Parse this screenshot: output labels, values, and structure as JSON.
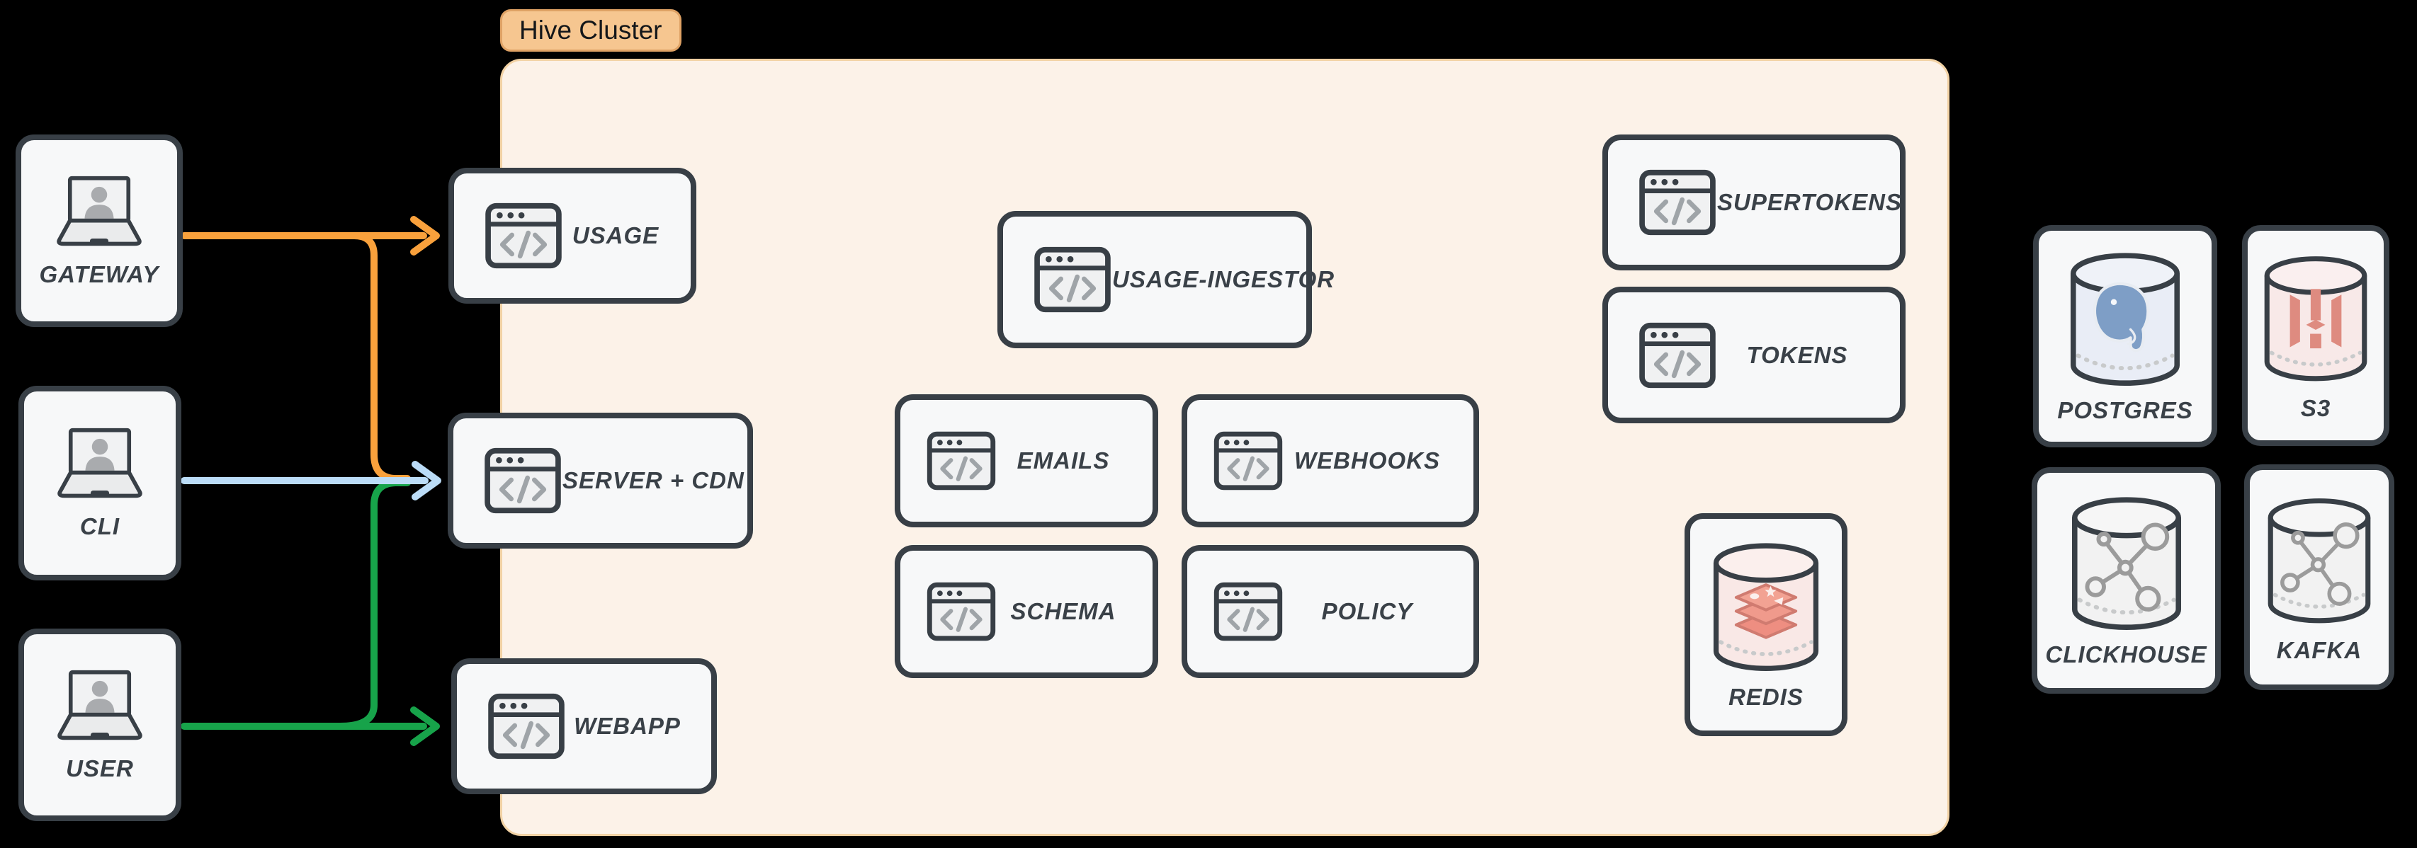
{
  "cluster": {
    "label": "Hive Cluster"
  },
  "clients": [
    {
      "label": "GATEWAY"
    },
    {
      "label": "CLI"
    },
    {
      "label": "USER"
    }
  ],
  "services": {
    "usage": {
      "label": "USAGE"
    },
    "server_cdn": {
      "label": "SERVER + CDN"
    },
    "webapp": {
      "label": "WEBAPP"
    },
    "usage_ingestor": {
      "label": "USAGE-INGESTOR"
    },
    "emails": {
      "label": "EMAILS"
    },
    "webhooks": {
      "label": "WEBHOOKS"
    },
    "schema": {
      "label": "SCHEMA"
    },
    "policy": {
      "label": "POLICY"
    },
    "supertokens": {
      "label": "SUPERTOKENS"
    },
    "tokens": {
      "label": "TOKENS"
    },
    "redis": {
      "label": "REDIS"
    }
  },
  "datastores": [
    {
      "label": "POSTGRES"
    },
    {
      "label": "S3"
    },
    {
      "label": "CLICKHOUSE"
    },
    {
      "label": "KAFKA"
    }
  ],
  "edges": [
    {
      "from": "GATEWAY",
      "to": "USAGE",
      "color": "orange"
    },
    {
      "from": "GATEWAY",
      "to": "SERVER + CDN",
      "color": "orange"
    },
    {
      "from": "CLI",
      "to": "SERVER + CDN",
      "color": "blue"
    },
    {
      "from": "USER",
      "to": "WEBAPP",
      "color": "green"
    },
    {
      "from": "USER",
      "to": "SERVER + CDN",
      "color": "green"
    }
  ],
  "colors": {
    "background": "#000000",
    "node_border": "#383F46",
    "node_fill": "#F7F8F9",
    "cluster_fill": "#FCF2E8",
    "cluster_border": "#F2D2A4",
    "cluster_chip_fill": "#F6C690",
    "arrow_orange": "#F9A13C",
    "arrow_blue": "#BBDCF7",
    "arrow_green": "#17A34A",
    "icon_glyph_gray": "#9FA4A8",
    "postgres_blue": "#7E9EC6",
    "s3_red": "#DE8B80",
    "redis_red": "#EE8E81",
    "molecule_gray": "#9B9B9B"
  }
}
